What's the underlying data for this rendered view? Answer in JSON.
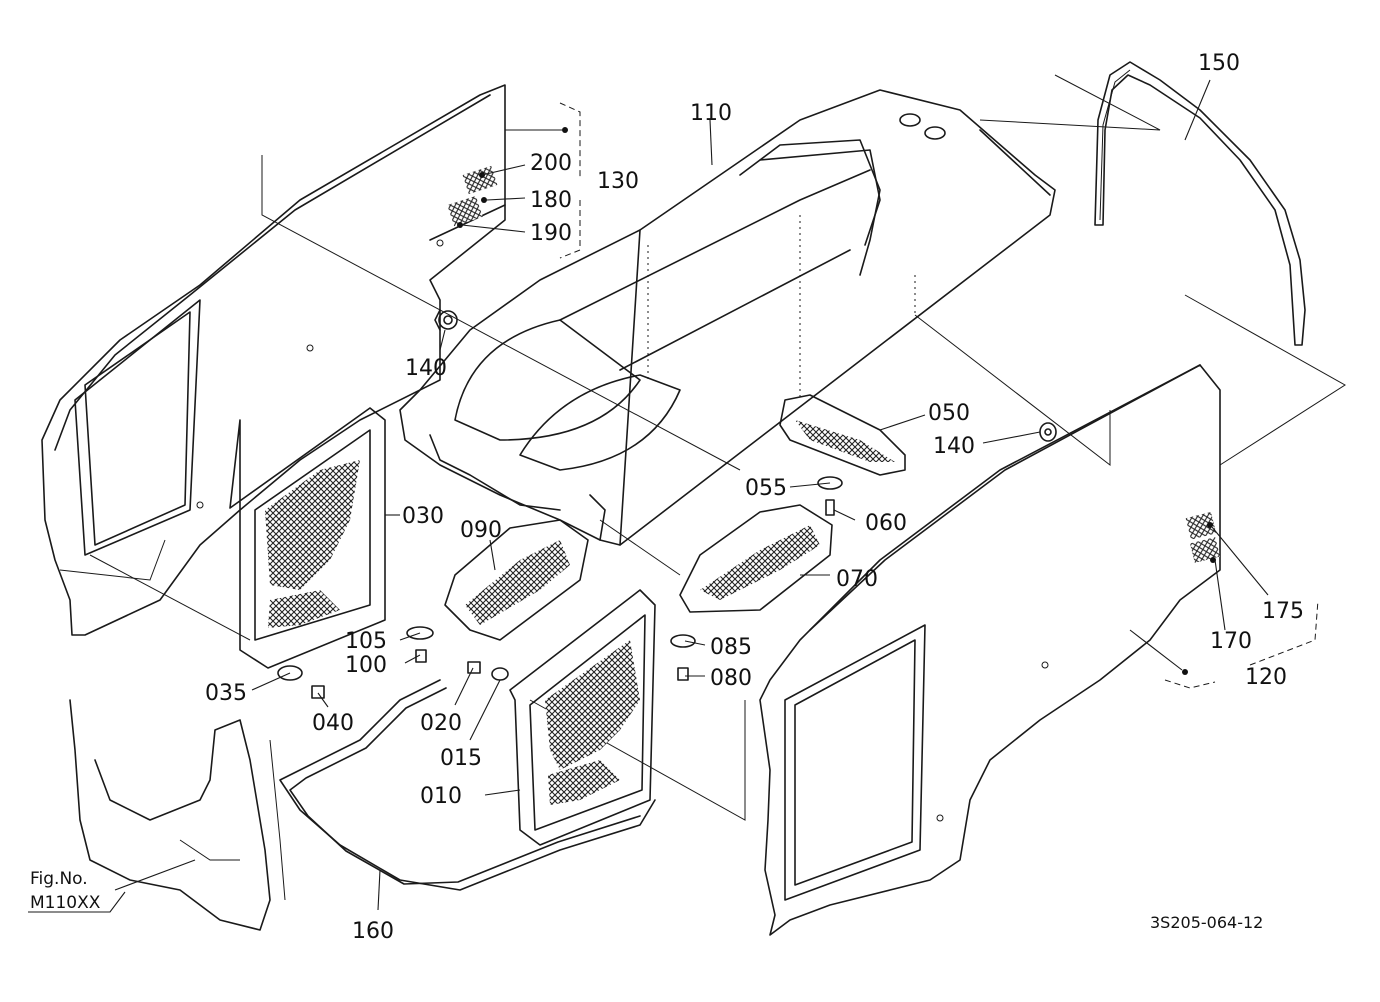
{
  "diagram": {
    "drawing_number": "3S205-064-12",
    "figure_ref": {
      "line1": "Fig.No.",
      "line2": "M110XX"
    },
    "callouts": [
      "150",
      "110",
      "200",
      "180",
      "130",
      "190",
      "140",
      "050",
      "140",
      "055",
      "060",
      "030",
      "090",
      "070",
      "105",
      "100",
      "035",
      "040",
      "085",
      "080",
      "020",
      "015",
      "010",
      "170",
      "175",
      "120",
      "160"
    ]
  }
}
